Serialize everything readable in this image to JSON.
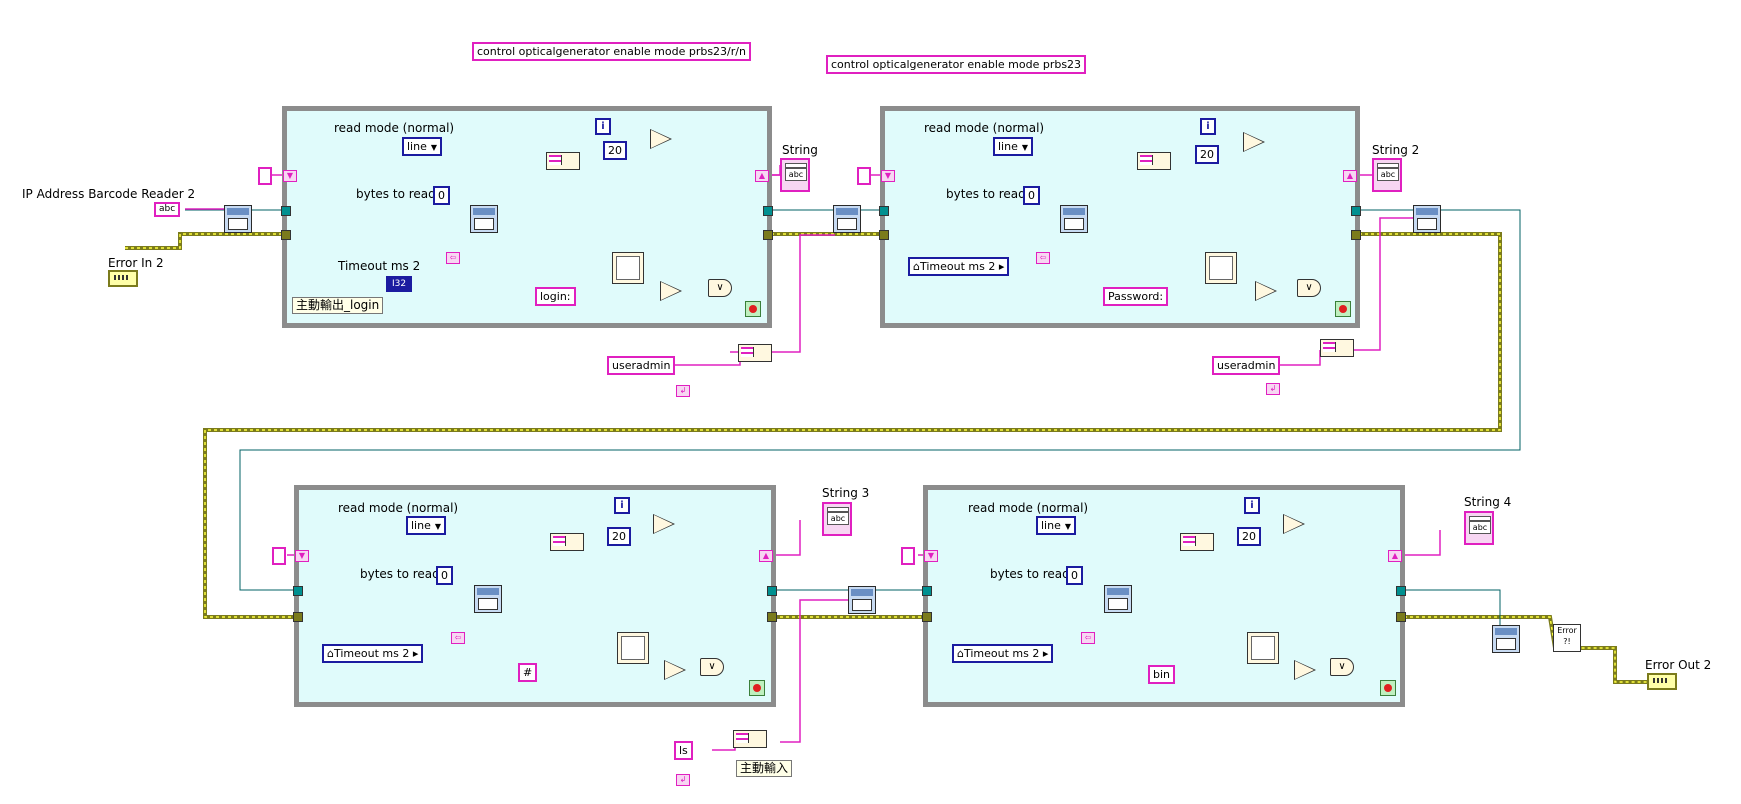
{
  "top_comments": {
    "comment_left": "control opticalgenerator enable mode prbs23/r/n",
    "comment_right": "control opticalgenerator enable mode prbs23"
  },
  "controls": {
    "ip_address": "IP Address Barcode Reader 2",
    "ip_const": "abc",
    "error_in": "Error In 2",
    "error_out": "Error Out 2"
  },
  "loops": [
    {
      "read_mode_label": "read mode (normal)",
      "read_mode_value": "line",
      "bytes_label": "bytes to read",
      "bytes_value": "0",
      "timeout_label": "Timeout ms 2",
      "timeout_type": "I32",
      "iter_count": "20",
      "match_string": "login:",
      "indicator": "String",
      "caption": "主動輸出_login"
    },
    {
      "read_mode_label": "read mode (normal)",
      "read_mode_value": "line",
      "bytes_label": "bytes to read",
      "bytes_value": "0",
      "timeout_label": "Timeout ms 2",
      "iter_count": "20",
      "match_string": "Password:",
      "indicator": "String 2"
    },
    {
      "read_mode_label": "read mode (normal)",
      "read_mode_value": "line",
      "bytes_label": "bytes to read",
      "bytes_value": "0",
      "timeout_label": "Timeout ms 2",
      "iter_count": "20",
      "match_string": "#",
      "indicator": "String 3"
    },
    {
      "read_mode_label": "read mode (normal)",
      "read_mode_value": "line",
      "bytes_label": "bytes to read",
      "bytes_value": "0",
      "timeout_label": "Timeout ms 2",
      "iter_count": "20",
      "match_string": "bin",
      "indicator": "String 4"
    }
  ],
  "write_constants": {
    "user_1": "useradmin",
    "user_2": "useradmin",
    "cmd": "ls",
    "cmd_caption": "主動輸入"
  },
  "icons": {
    "iteration": "i",
    "greater_equal": ">=",
    "or_gate": "∨",
    "equal": "=",
    "error_handler": "Error ?!"
  },
  "colors": {
    "string_wire": "#e020c0",
    "error_wire": "#7b7b1c",
    "ref_wire": "#006064",
    "numeric_wire": "#1b1ba0",
    "bool_wire": "#2e8b2e",
    "loop_bg": "#e0fbfb",
    "loop_border": "#8c8c8c"
  }
}
